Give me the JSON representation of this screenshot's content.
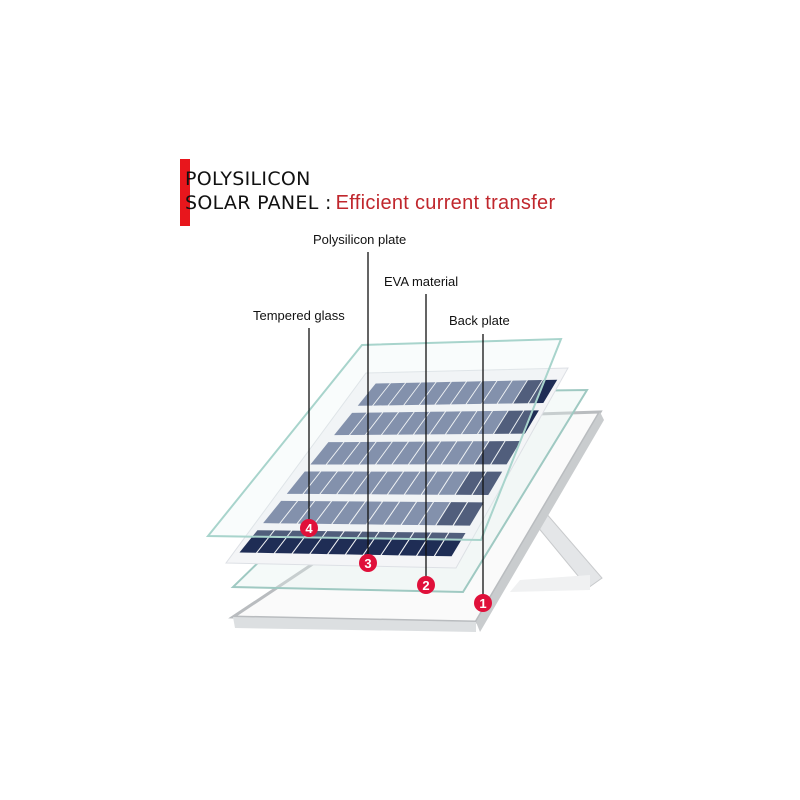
{
  "title": {
    "line1": "POLYSILICON",
    "line2": "SOLAR PANEL :",
    "subtitle": "Efficient current transfer",
    "accent_color": "#e8161c",
    "subtitle_color": "#c0272d"
  },
  "labels": [
    {
      "number": "1",
      "text": "Back plate"
    },
    {
      "number": "2",
      "text": "EVA material"
    },
    {
      "number": "3",
      "text": "Polysilicon plate"
    },
    {
      "number": "4",
      "text": "Tempered glass"
    }
  ],
  "colors": {
    "marker": "#e0103a",
    "cell": "#3d4f7a",
    "cell_dark": "#1f2d55"
  }
}
